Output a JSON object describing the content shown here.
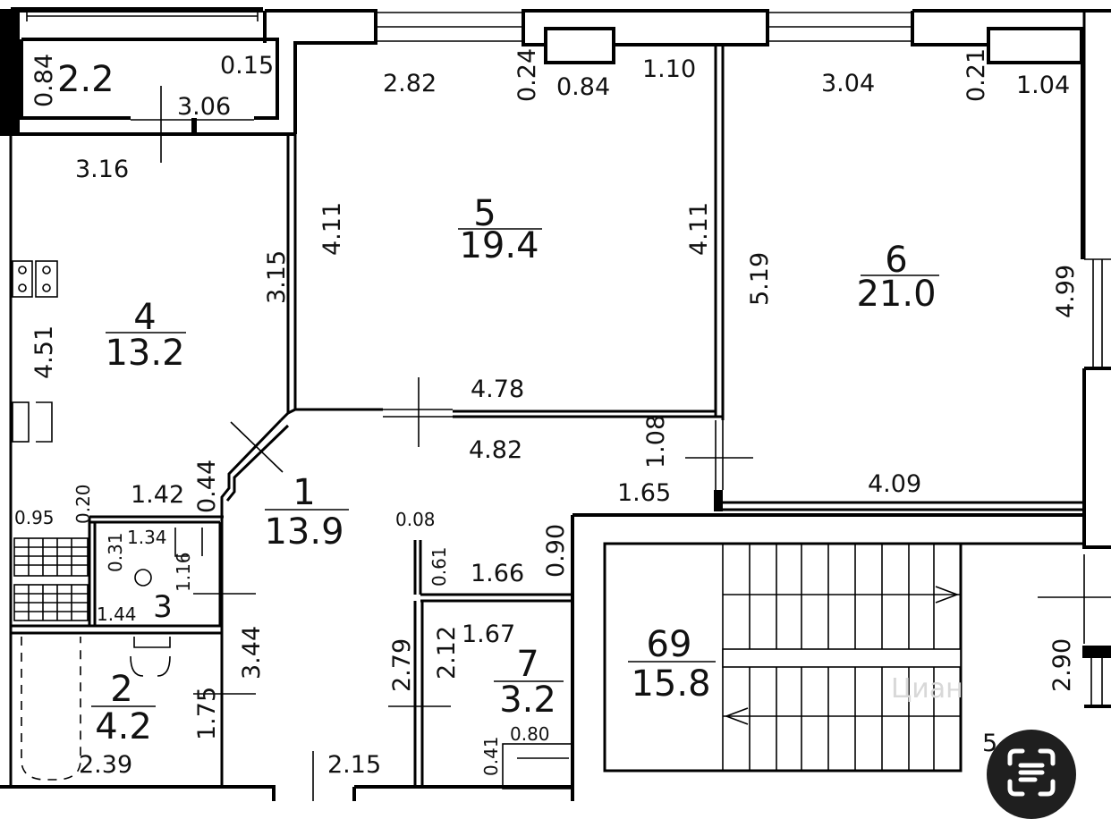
{
  "rooms": [
    {
      "number": "2.2",
      "area": ""
    },
    {
      "number": "5",
      "area": "19.4"
    },
    {
      "number": "6",
      "area": "21.0"
    },
    {
      "number": "4",
      "area": "13.2"
    },
    {
      "number": "1",
      "area": "13.9"
    },
    {
      "number": "3",
      "area": ""
    },
    {
      "number": "2",
      "area": "4.2"
    },
    {
      "number": "7",
      "area": "3.2"
    },
    {
      "number": "69",
      "area": "15.8"
    }
  ],
  "dimensions": [
    "0.84",
    "0.15",
    "3.06",
    "3.16",
    "2.82",
    "0.24",
    "0.84",
    "1.10",
    "3.04",
    "0.21",
    "1.04",
    "4.11",
    "4.11",
    "5.19",
    "4.99",
    "3.15",
    "4.51",
    "4.78",
    "4.82",
    "1.08",
    "4.09",
    "1.65",
    "0.44",
    "1.42",
    "0.20",
    "0.95",
    "0.31",
    "1.34",
    "1.16",
    "1.44",
    "0.08",
    "0.61",
    "1.66",
    "0.90",
    "3.44",
    "2.79",
    "2.12",
    "1.67",
    "1.75",
    "2.39",
    "2.15",
    "0.41",
    "0.80",
    "2.90",
    "5."
  ],
  "watermark": "Циан",
  "icons": {
    "scan": "scan-text-icon"
  }
}
